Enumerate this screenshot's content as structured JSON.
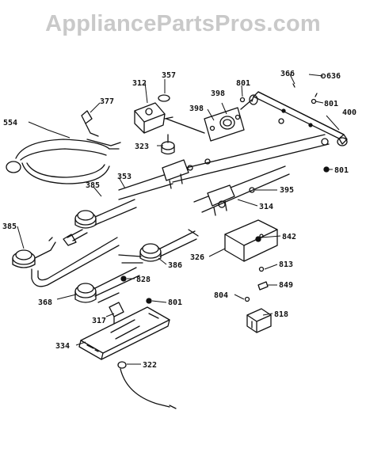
{
  "watermark": "AppliancePartsPros.com",
  "parts": [
    {
      "id": "p312",
      "label": "312"
    },
    {
      "id": "p357",
      "label": "357"
    },
    {
      "id": "p801a",
      "label": "801"
    },
    {
      "id": "p366",
      "label": "366"
    },
    {
      "id": "p636",
      "label": "636"
    },
    {
      "id": "p377",
      "label": "377"
    },
    {
      "id": "p398a",
      "label": "398"
    },
    {
      "id": "p398b",
      "label": "398"
    },
    {
      "id": "p801b",
      "label": "801"
    },
    {
      "id": "p400",
      "label": "400"
    },
    {
      "id": "p554",
      "label": "554"
    },
    {
      "id": "p323",
      "label": "323"
    },
    {
      "id": "p801c",
      "label": "801"
    },
    {
      "id": "p385a",
      "label": "385"
    },
    {
      "id": "p353",
      "label": "353"
    },
    {
      "id": "p395",
      "label": "395"
    },
    {
      "id": "p314",
      "label": "314"
    },
    {
      "id": "p385b",
      "label": "385"
    },
    {
      "id": "p842",
      "label": "842"
    },
    {
      "id": "p326",
      "label": "326"
    },
    {
      "id": "p813",
      "label": "813"
    },
    {
      "id": "p386",
      "label": "386"
    },
    {
      "id": "p828",
      "label": "828"
    },
    {
      "id": "p849",
      "label": "849"
    },
    {
      "id": "p368",
      "label": "368"
    },
    {
      "id": "p804",
      "label": "804"
    },
    {
      "id": "p801d",
      "label": "801"
    },
    {
      "id": "p818",
      "label": "818"
    },
    {
      "id": "p317",
      "label": "317"
    },
    {
      "id": "p334",
      "label": "334"
    },
    {
      "id": "p322",
      "label": "322"
    }
  ]
}
